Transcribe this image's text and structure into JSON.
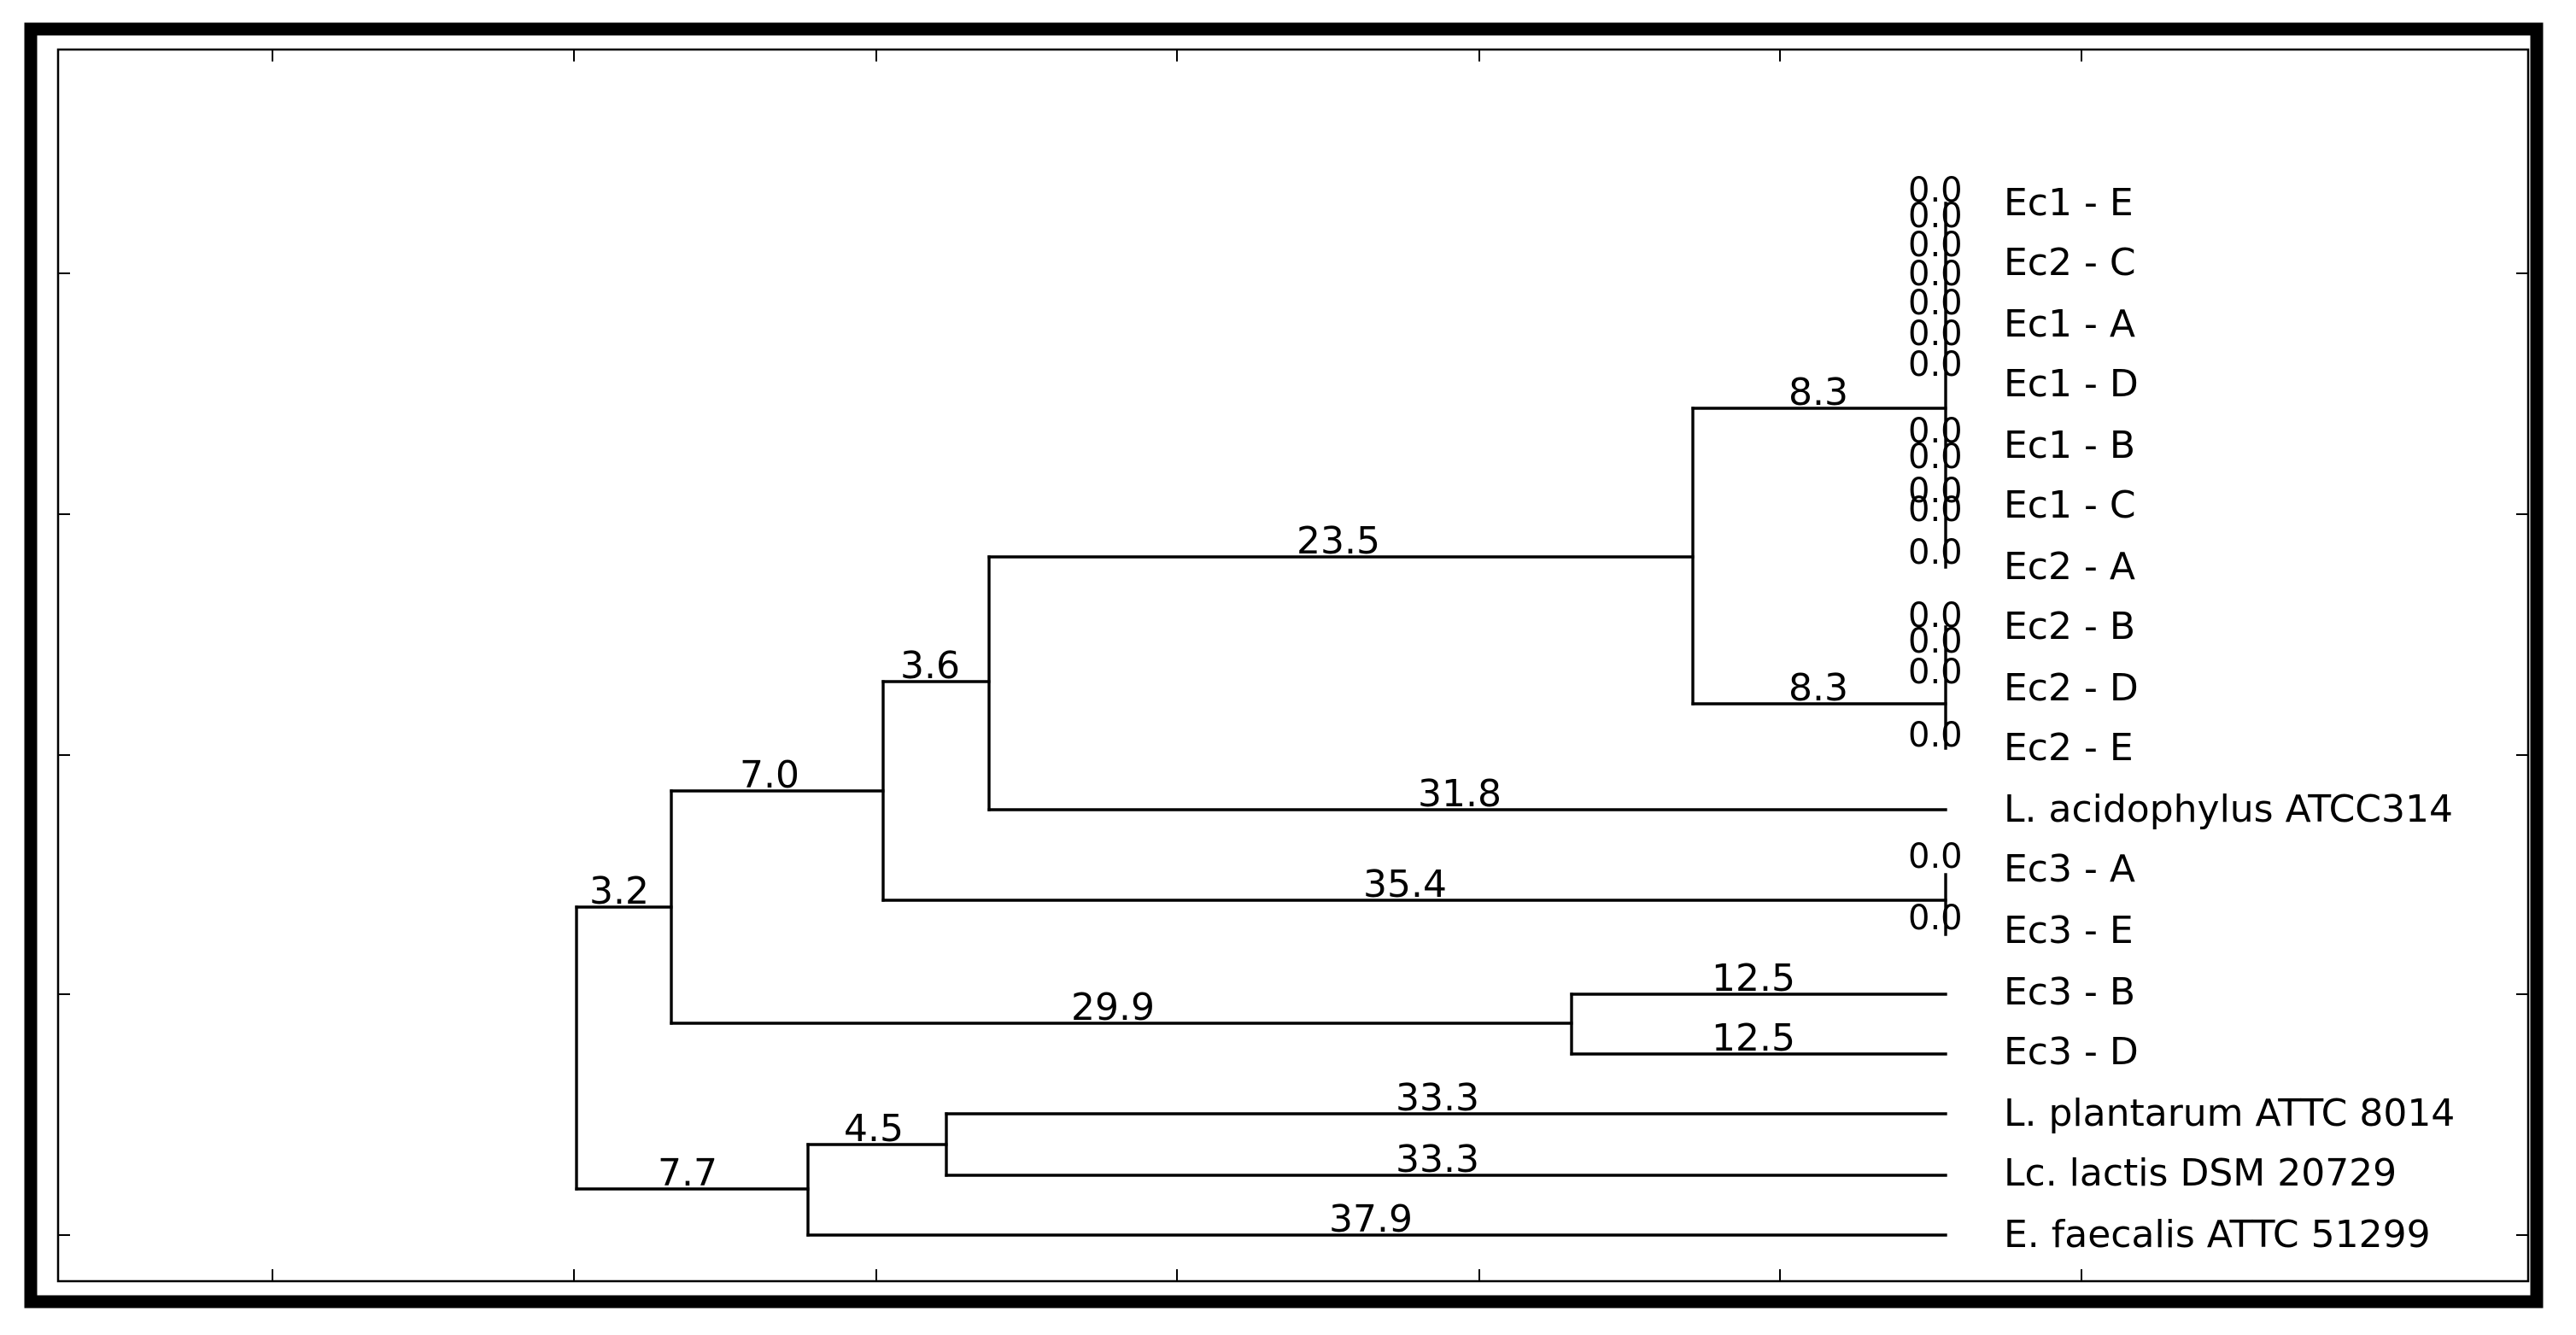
{
  "diagram": {
    "type": "dendrogram",
    "leaves": [
      {
        "id": "ec1e",
        "label": "Ec1 - E"
      },
      {
        "id": "ec2c",
        "label": "Ec2 - C"
      },
      {
        "id": "ec1a",
        "label": "Ec1 - A"
      },
      {
        "id": "ec1d",
        "label": "Ec1 - D"
      },
      {
        "id": "ec1b",
        "label": "Ec1 - B"
      },
      {
        "id": "ec1c",
        "label": "Ec1 - C"
      },
      {
        "id": "ec2a",
        "label": "Ec2 - A"
      },
      {
        "id": "ec2b",
        "label": "Ec2 - B"
      },
      {
        "id": "ec2d",
        "label": "Ec2 - D"
      },
      {
        "id": "ec2e",
        "label": "Ec2 - E"
      },
      {
        "id": "lacid",
        "label": "L. acidophylus ATCC314"
      },
      {
        "id": "ec3a",
        "label": "Ec3 - A"
      },
      {
        "id": "ec3e",
        "label": "Ec3 - E"
      },
      {
        "id": "ec3b",
        "label": "Ec3 - B"
      },
      {
        "id": "ec3d",
        "label": "Ec3 - D"
      },
      {
        "id": "lplant",
        "label": "L. plantarum ATTC 8014"
      },
      {
        "id": "lclactis",
        "label": "Lc. lactis DSM 20729"
      },
      {
        "id": "efaec",
        "label": "E. faecalis ATTC 51299"
      }
    ],
    "branch_labels": {
      "root_upper": "3.2",
      "root_lower": "7.7",
      "node_7_0": "7.0",
      "node_3_6": "3.6",
      "ec12_cluster": "23.5",
      "ec_top_sub": "8.3",
      "ec_bottom_sub": "8.3",
      "lacid": "31.8",
      "ec3ae": "35.4",
      "ec3bd_cluster": "29.9",
      "ec3b": "12.5",
      "ec3d": "12.5",
      "node_4_5": "4.5",
      "lplant": "33.3",
      "lclactis": "33.3",
      "efaec": "37.9"
    },
    "zero_labels": [
      "0.0",
      "0.0",
      "0.0",
      "0.0",
      "0.0",
      "0.0",
      "0.0",
      "0.0",
      "0.0",
      "0.0",
      "0.0",
      "0.0",
      "0.0",
      "0.0",
      "0.0",
      "0.0",
      "0.0",
      "0.0",
      "0.0"
    ]
  }
}
